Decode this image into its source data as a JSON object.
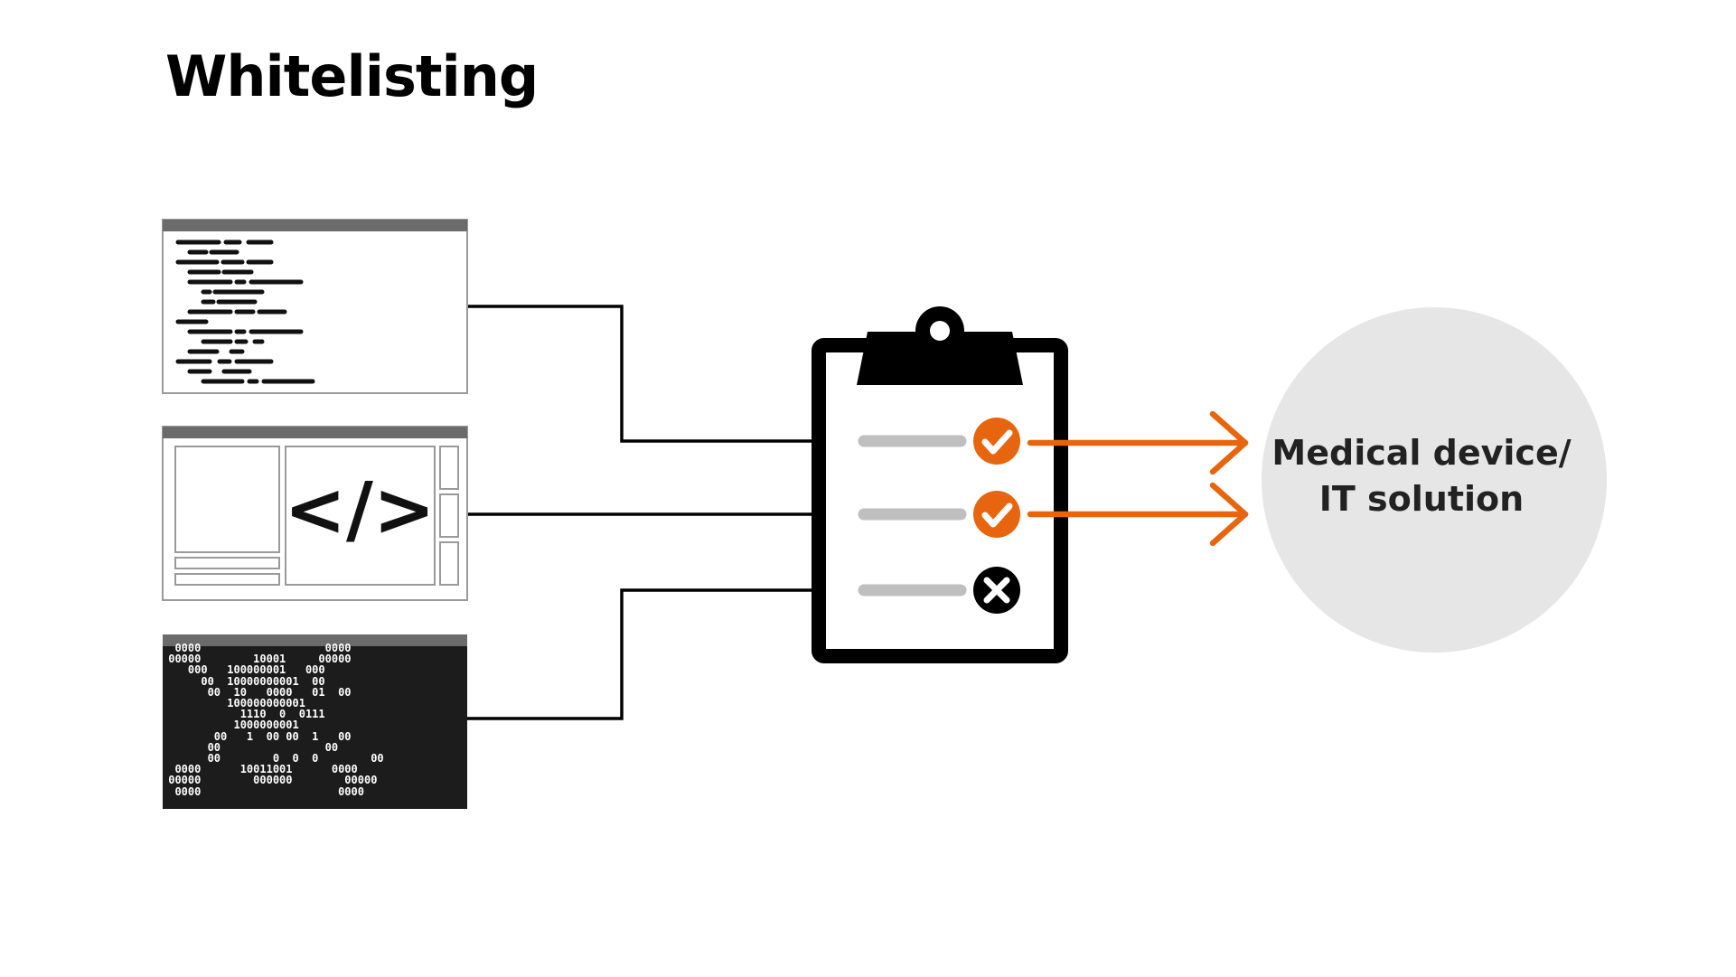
{
  "title": "Whitelisting",
  "sources": [
    {
      "id": "source-code",
      "icon": "code-lines-icon"
    },
    {
      "id": "web-app",
      "icon": "code-tag-icon",
      "code_tag": "</>"
    },
    {
      "id": "binary",
      "icon": "binary-x-icon",
      "binary_lines": [
        "  0000                   0000",
        " 00000        10001     00000",
        "    000   100000001   000",
        "      00  10000000001  00",
        "       00  10   0000   01  00",
        "          100000000001",
        "            1110  0  0111",
        "           1000000001",
        "        00   1  00 00  1   00",
        "       00                00",
        "       00        0  0  0        00",
        "  0000      10011001      0000",
        " 00000        000000        00000",
        "  0000                     0000"
      ]
    }
  ],
  "checklist": {
    "icon": "clipboard-icon",
    "items": [
      {
        "status": "approved",
        "icon": "check-circle-icon"
      },
      {
        "status": "approved",
        "icon": "check-circle-icon"
      },
      {
        "status": "rejected",
        "icon": "x-circle-icon"
      }
    ]
  },
  "target": {
    "line1": "Medical device/",
    "line2": "IT solution"
  },
  "colors": {
    "accent": "#E8650F",
    "dark": "#000000",
    "panel_header": "#6B6B6B",
    "panel_border": "#9A9A9A",
    "binary_bg": "#1C1C1C",
    "item_bar": "#BFBFBF",
    "target_circle": "#E6E6E6"
  }
}
